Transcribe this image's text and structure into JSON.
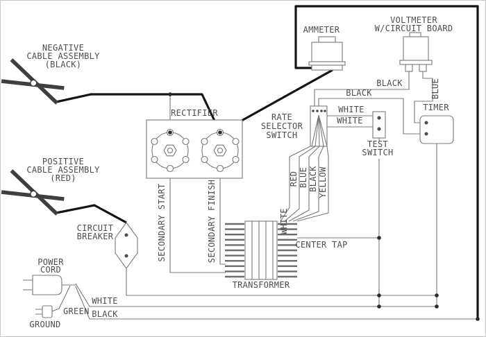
{
  "components": {
    "ammeter": {
      "label": "AMMETER"
    },
    "voltmeter": {
      "label1": "VOLTMETER",
      "label2": "W/CIRCUIT BOARD"
    },
    "negative_cable": {
      "label1": "NEGATIVE",
      "label2": "CABLE ASSEMBLY",
      "label3": "(BLACK)"
    },
    "positive_cable": {
      "label1": "POSITIVE",
      "label2": "CABLE ASSEMBLY",
      "label3": "(RED)"
    },
    "rectifier": {
      "label": "RECTIFIER"
    },
    "rate_selector_switch": {
      "label1": "RATE",
      "label2": "SELECTOR",
      "label3": "SWITCH"
    },
    "test_switch": {
      "label1": "TEST",
      "label2": "SWITCH"
    },
    "timer": {
      "label": "TIMER"
    },
    "circuit_breaker": {
      "label1": "CIRCUIT",
      "label2": "BREAKER"
    },
    "power_cord": {
      "label1": "POWER",
      "label2": "CORD"
    },
    "transformer": {
      "label": "TRANSFORMER"
    },
    "ground": {
      "label1": "GREEN",
      "label2": "GROUND"
    }
  },
  "wire_labels": {
    "secondary_start": "SECONDARY START",
    "secondary_finish": "SECONDARY FINISH",
    "center_tap": "CENTER TAP",
    "primary_white": "WHITE",
    "primary_red": "RED",
    "primary_blue": "BLUE",
    "primary_black": "BLACK",
    "primary_yellow": "YELLOW",
    "voltmeter_black": "BLACK",
    "voltmeter_blue": "BLUE",
    "timer_black": "BLACK",
    "test_white_1": "WHITE",
    "test_white_2": "WHITE",
    "cord_white": "WHITE",
    "cord_black": "BLACK"
  },
  "colors": {
    "wire_thick": "#141414",
    "wire_thin": "#787878",
    "text": "#4d4d4d",
    "background": "#ffffff",
    "border": "#c8c8c8"
  }
}
